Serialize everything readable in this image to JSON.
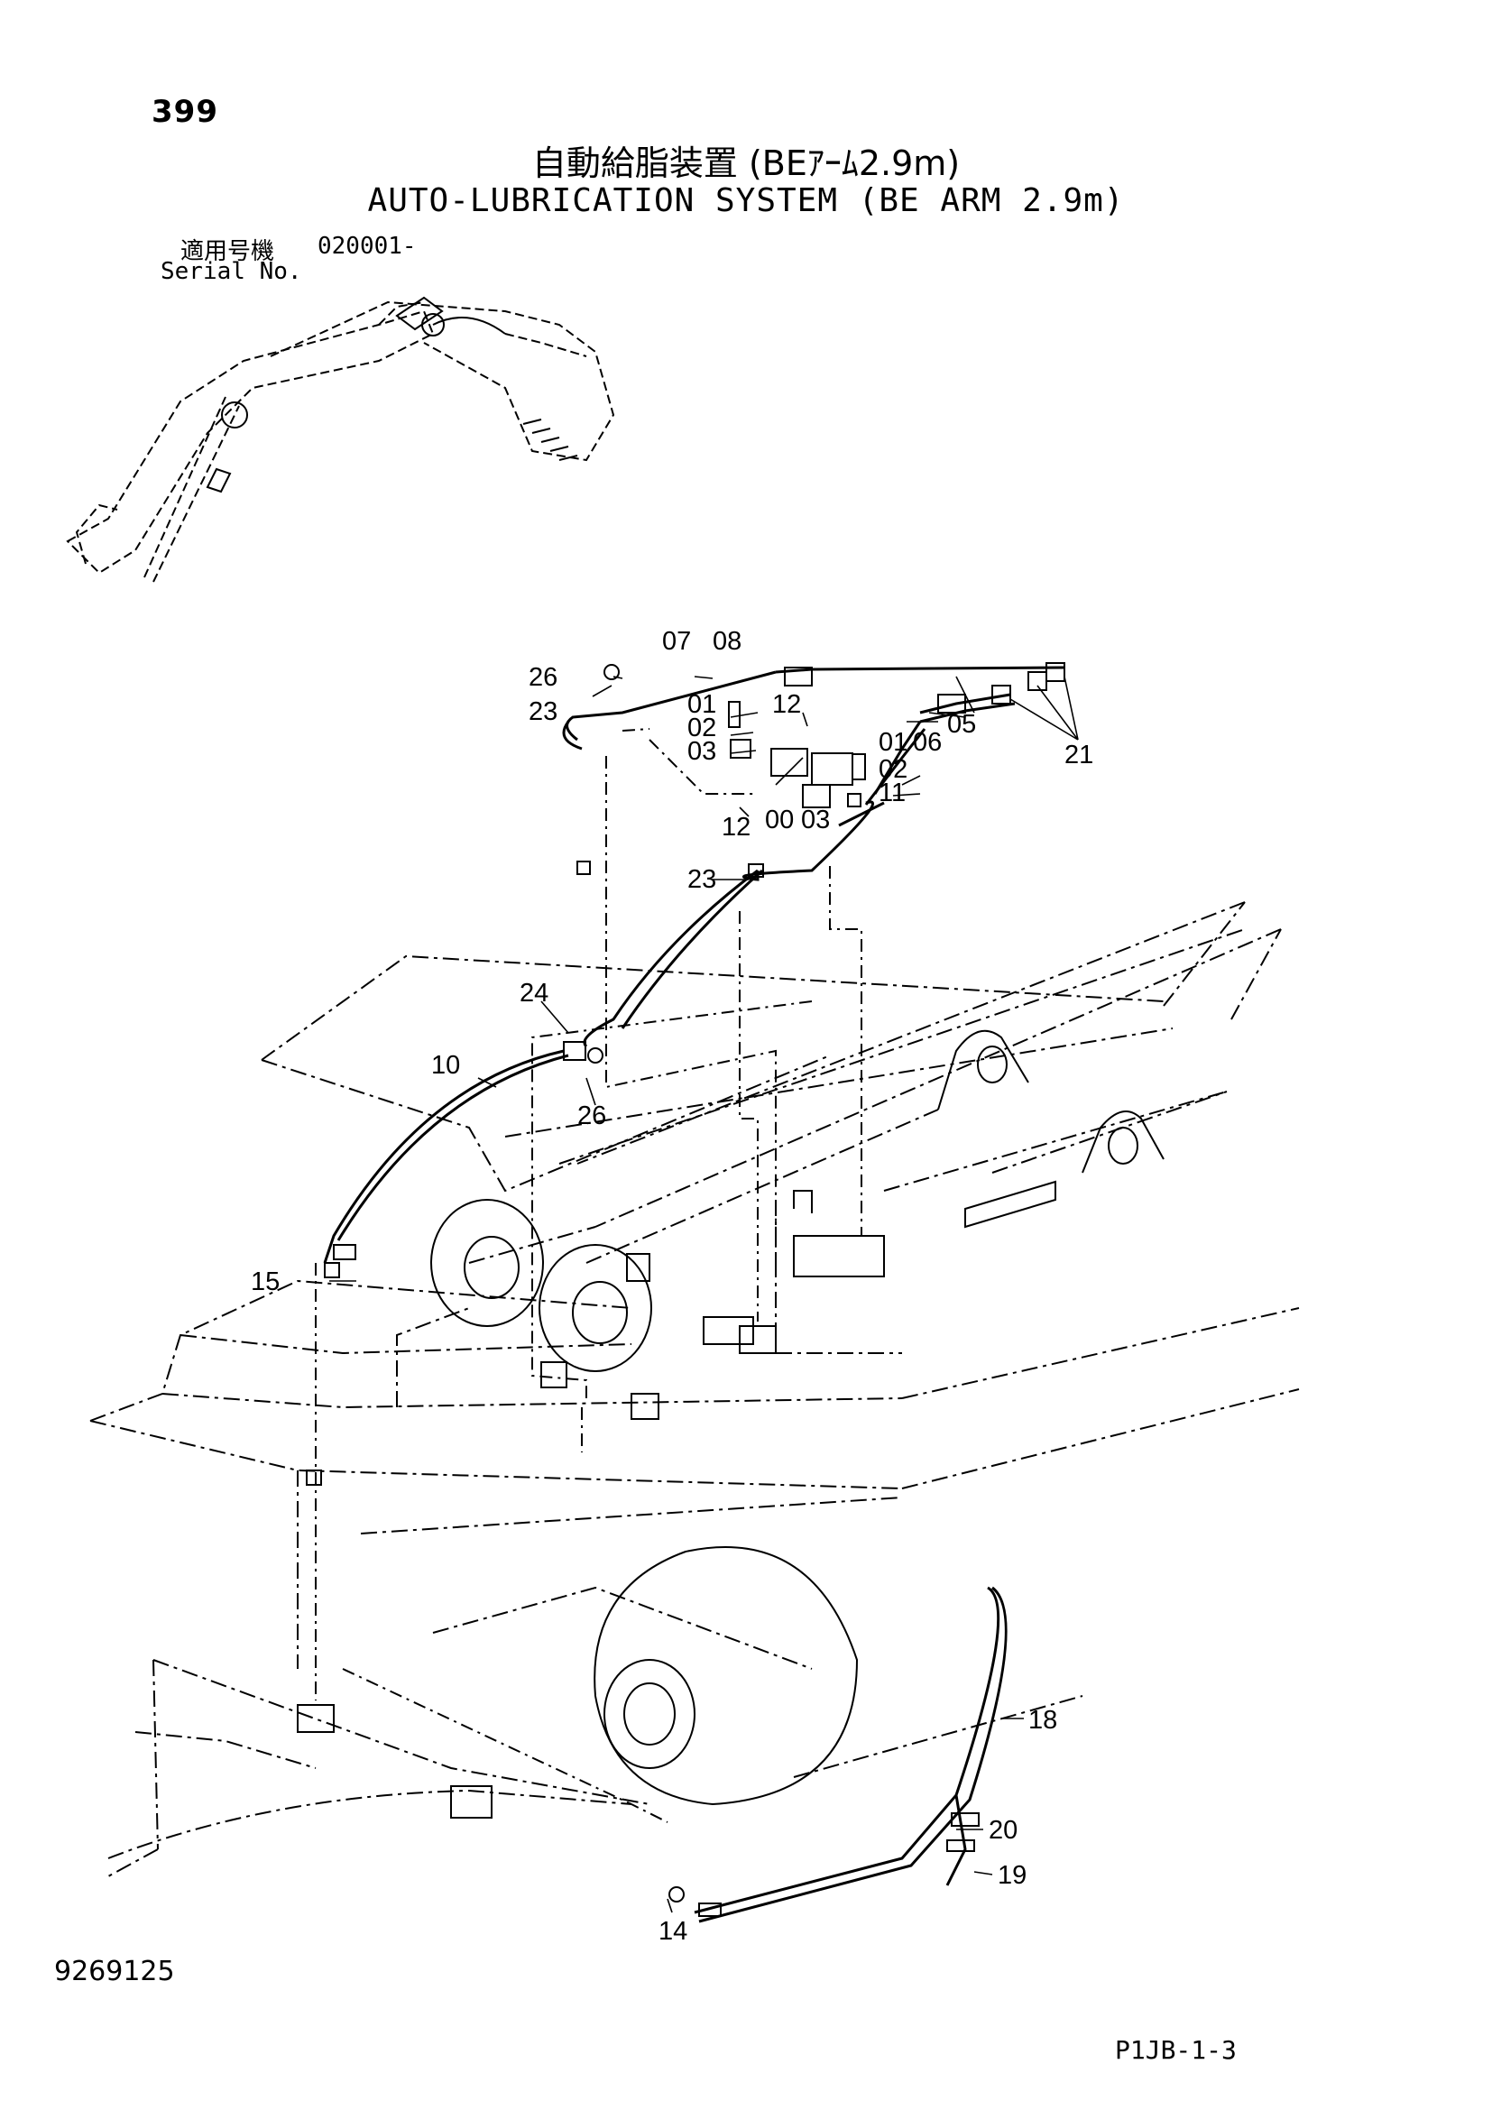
{
  "page_number": "399",
  "title_jp": "自動給脂装置 (BEｱｰﾑ2.9m)",
  "title_en": "AUTO-LUBRICATION SYSTEM (BE ARM 2.9m)",
  "serial": {
    "label_jp": "適用号機",
    "value": "020001-",
    "label_en": "Serial No."
  },
  "part_labels": {
    "p00": "00",
    "p01a": "01",
    "p01b": "01",
    "p02a": "02",
    "p02b": "02",
    "p03a": "03",
    "p03b": "03",
    "p05": "05",
    "p06": "06",
    "p07": "07",
    "p08": "08",
    "p10": "10",
    "p11": "11",
    "p12a": "12",
    "p12b": "12",
    "p14": "14",
    "p15": "15",
    "p18": "18",
    "p19": "19",
    "p20": "20",
    "p21": "21",
    "p23a": "23",
    "p23b": "23",
    "p24": "24",
    "p26a": "26",
    "p26b": "26"
  },
  "doc_number": "9269125",
  "page_code": "P1JB-1-3"
}
